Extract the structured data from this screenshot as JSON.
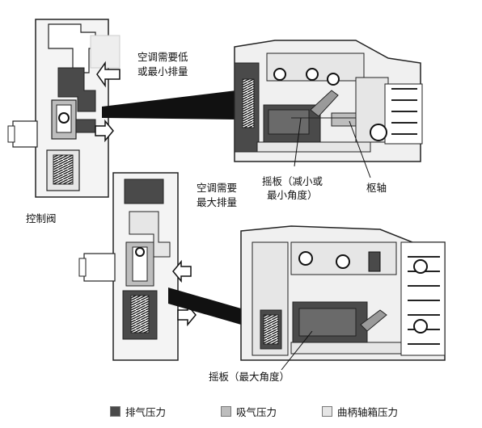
{
  "labels": {
    "low_demand_line1": "空调需要低",
    "low_demand_line2": "或最小排量",
    "max_demand_line1": "空调需要",
    "max_demand_line2": "最大排量",
    "control_valve": "控制阀",
    "swashplate_reduce_line1": "摇板（减小或",
    "swashplate_reduce_line2": "最小角度）",
    "pivot": "枢轴",
    "swashplate_max": "摇板（最大角度）"
  },
  "legend": [
    {
      "label": "排气压力",
      "color": "#4a4a4a"
    },
    {
      "label": "吸气压力",
      "color": "#bdbdbd"
    },
    {
      "label": "曲柄轴箱压力",
      "color": "#e6e6e6"
    }
  ],
  "colors": {
    "discharge": "#4a4a4a",
    "suction": "#bdbdbd",
    "crankcase": "#e6e6e6",
    "outline": "#222222"
  }
}
